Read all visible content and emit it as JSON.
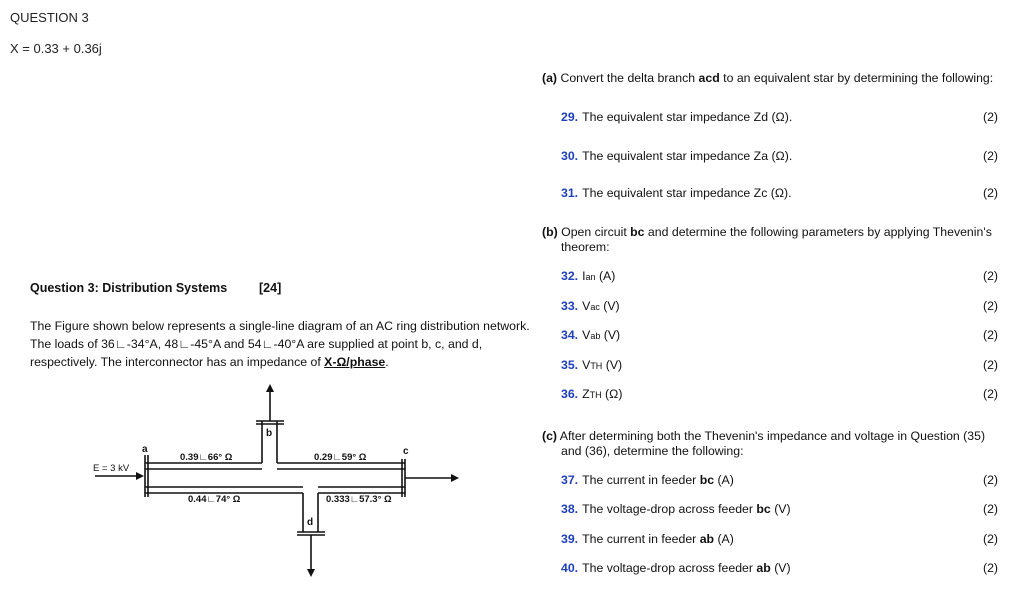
{
  "header": {
    "question": "QUESTION 3",
    "x_value": "X = 0.33 + 0.36j"
  },
  "left": {
    "title": "Question 3: Distribution Systems",
    "marks": "[24]",
    "para_1": "The Figure shown below represents a single-line diagram of an AC ring distribution network. The loads of 36∟-34°A, 48∟-45°A and 54∟-40°A are supplied at point b, c, and d, respectively. The interconnector has an impedance of ",
    "para_link": "X-Ω/phase",
    "para_end": "."
  },
  "diagram": {
    "source": "E = 3 kV",
    "node_a": "a",
    "node_b": "b",
    "node_c": "c",
    "node_d": "d",
    "z_ab": "0.39∟66° Ω",
    "z_bc": "0.29∟59° Ω",
    "z_ad": "0.44∟74° Ω",
    "z_dc": "0.333∟57.3° Ω"
  },
  "part_a": {
    "label": "(a)",
    "pre": "Convert the delta branch ",
    "bold": "acd",
    "post": " to an equivalent star by determining the following:",
    "items": [
      {
        "num": "29.",
        "text": "The equivalent star impedance Zd (Ω).",
        "marks": "(2)"
      },
      {
        "num": "30.",
        "text": "The equivalent star impedance Za (Ω).",
        "marks": "(2)"
      },
      {
        "num": "31.",
        "text": "The equivalent star impedance Zc (Ω).",
        "marks": "(2)"
      }
    ]
  },
  "part_b": {
    "label": "(b)",
    "pre": "Open circuit ",
    "bold": "bc",
    "post": " and determine the following parameters by applying Thevenin's",
    "line2": "theorem:",
    "items": [
      {
        "num": "32.",
        "main": "I",
        "sub": "an",
        "tail": " (A)",
        "marks": "(2)"
      },
      {
        "num": "33.",
        "main": "V",
        "sub": "ac",
        "tail": " (V)",
        "marks": "(2)"
      },
      {
        "num": "34.",
        "main": "V",
        "sub": "ab",
        "tail": " (V)",
        "marks": "(2)"
      },
      {
        "num": "35.",
        "main": "V",
        "sub": "TH",
        "tail": " (V)",
        "marks": "(2)"
      },
      {
        "num": "36.",
        "main": "Z",
        "sub": "TH",
        "tail": " (Ω)",
        "marks": "(2)"
      }
    ]
  },
  "part_c": {
    "label": "(c)",
    "line1": "After determining both the Thevenin's impedance and voltage in Question (35)",
    "line2": "and (36), determine the following:",
    "items": [
      {
        "num": "37.",
        "pre": "The current in feeder ",
        "bold": "bc",
        "post": " (A)",
        "marks": "(2)"
      },
      {
        "num": "38.",
        "pre": "The voltage-drop across feeder ",
        "bold": "bc",
        "post": " (V)",
        "marks": "(2)"
      },
      {
        "num": "39.",
        "pre": "The current in feeder ",
        "bold": "ab",
        "post": " (A)",
        "marks": "(2)"
      },
      {
        "num": "40.",
        "pre": "The voltage-drop across feeder ",
        "bold": "ab",
        "post": " (V)",
        "marks": "(2)"
      }
    ]
  }
}
